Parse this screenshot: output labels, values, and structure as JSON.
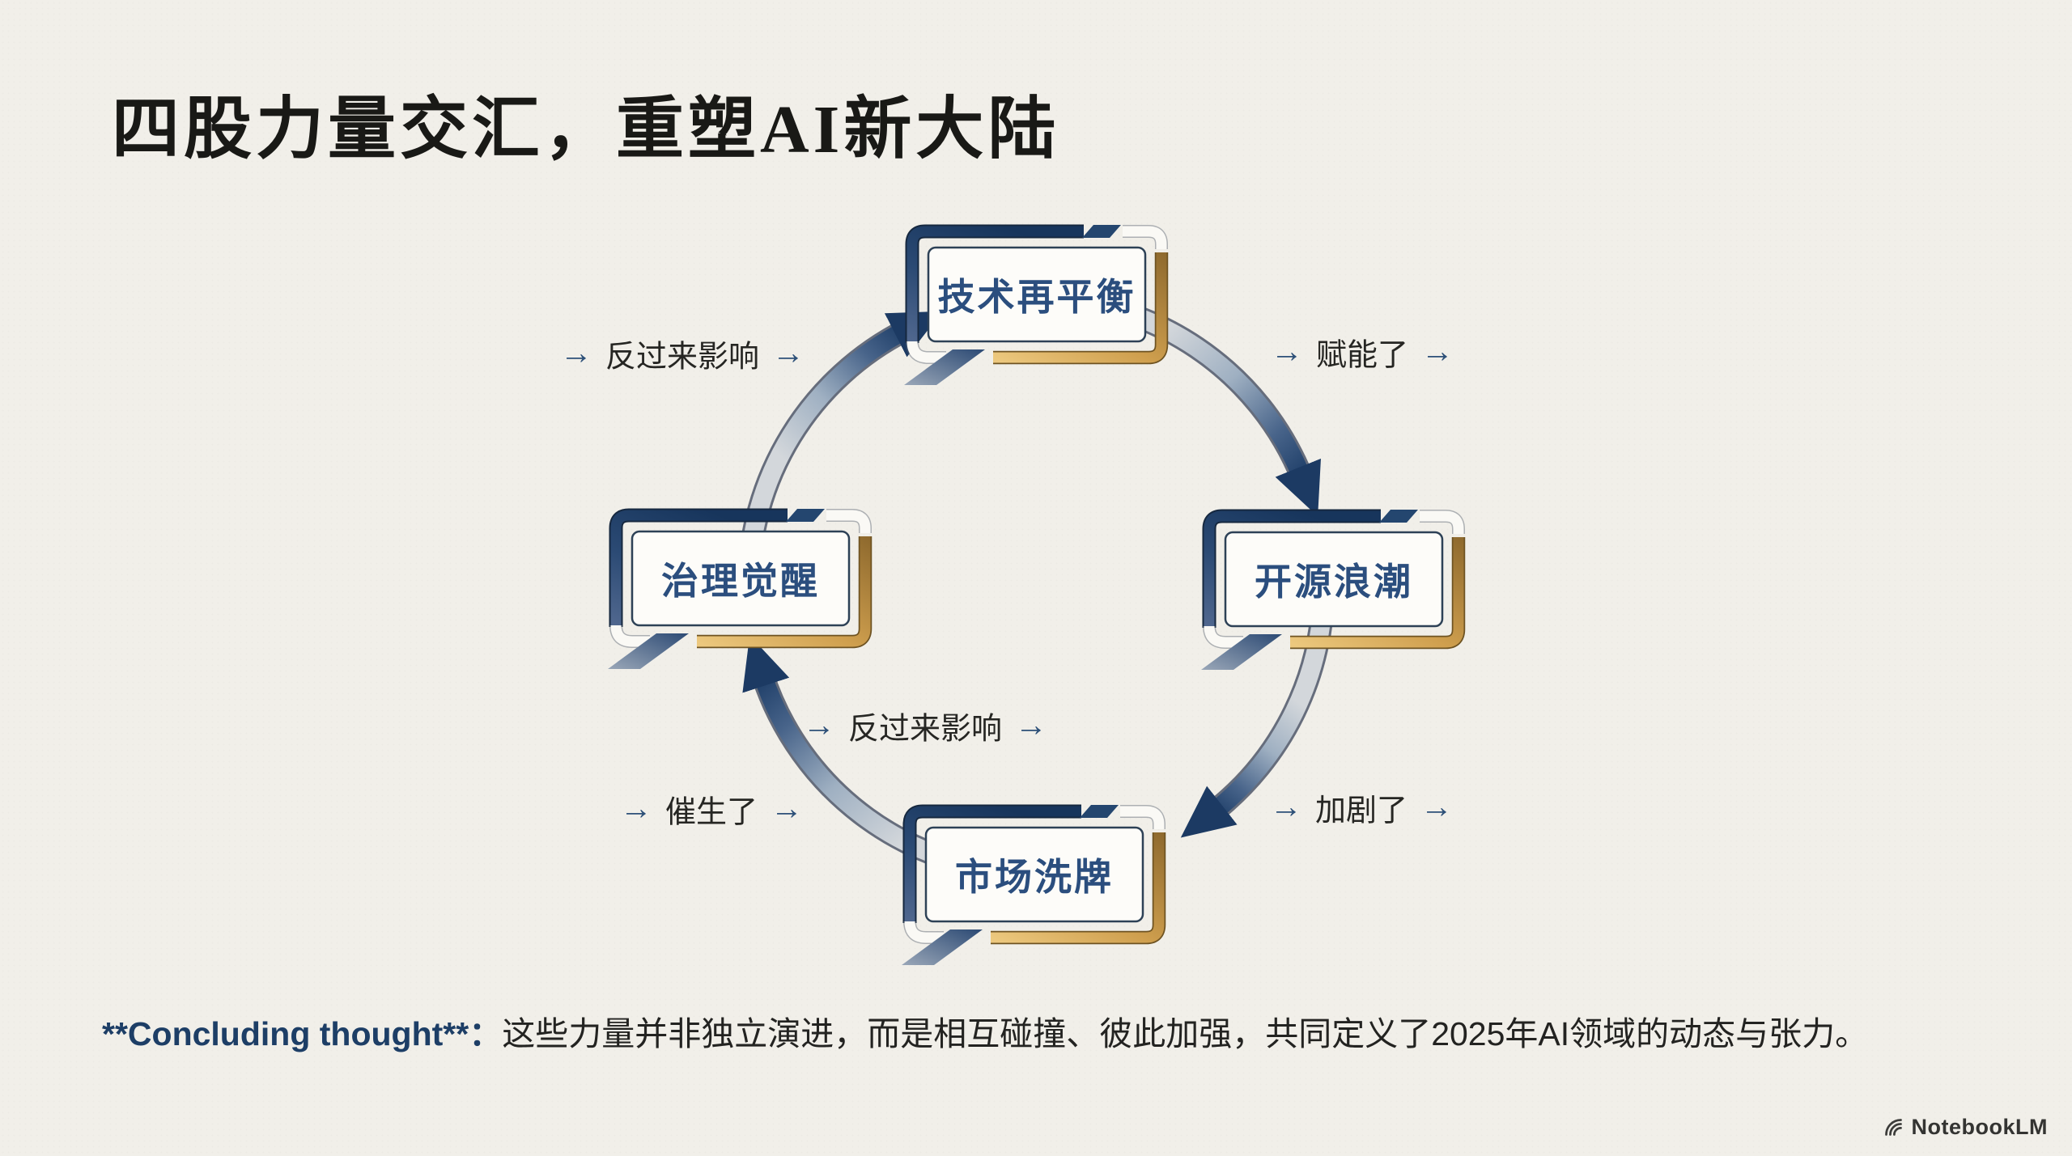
{
  "header": {
    "title": "四股力量交汇，重塑AI新大陆"
  },
  "diagram": {
    "arrow_glyph": "→",
    "nodes": [
      {
        "id": "top",
        "label": "技术再平衡"
      },
      {
        "id": "right",
        "label": "开源浪潮"
      },
      {
        "id": "bottom",
        "label": "市场洗牌"
      },
      {
        "id": "left",
        "label": "治理觉醒"
      }
    ],
    "edges": [
      {
        "from": "治理觉醒",
        "to": "技术再平衡",
        "label": "反过来影响",
        "position": "top-left"
      },
      {
        "from": "技术再平衡",
        "to": "开源浪潮",
        "label": "赋能了",
        "position": "top-right"
      },
      {
        "from": "开源浪潮",
        "to": "市场洗牌",
        "label": "加剧了",
        "position": "bottom-right"
      },
      {
        "from": "市场洗牌",
        "to": "治理觉醒",
        "label": "催生了",
        "position": "bottom-left"
      },
      {
        "from": "市场洗牌",
        "to": "治理觉醒",
        "label": "反过来影响",
        "position": "center"
      }
    ]
  },
  "conclusion": {
    "prefix": "**Concluding thought**：",
    "text": "这些力量并非独立演进，而是相互碰撞、彼此加强，共同定义了2025年AI领域的动态与张力。"
  },
  "footer": {
    "brand": "NotebookLM"
  },
  "colors": {
    "background": "#f1efe9",
    "navy": "#1e3e68",
    "gold": "#cf9f4e",
    "silver": "#ccd1d7",
    "node_text": "#2b4e7e",
    "title_text": "#191916",
    "conclusion_accent": "#1d3e66"
  }
}
